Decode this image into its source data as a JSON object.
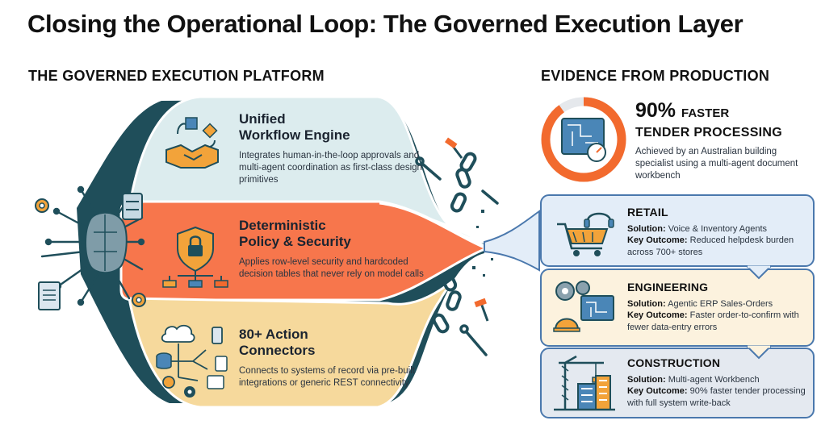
{
  "title": "Closing the Operational Loop: The Governed Execution Layer",
  "left_section_header": "THE GOVERNED EXECUTION PLATFORM",
  "right_section_header": "EVIDENCE FROM PRODUCTION",
  "pillars": [
    {
      "title_line1": "Unified",
      "title_line2": "Workflow Engine",
      "description": "Integrates human-in-the-loop approvals and multi-agent coordination as first-class design primitives",
      "color": "#dcecee",
      "icon": "handshake-workflow-icon"
    },
    {
      "title_line1": "Deterministic",
      "title_line2": "Policy & Security",
      "description": "Applies row-level security and hardcoded decision tables that never rely on model calls",
      "color": "#f7764c",
      "icon": "shield-lock-icon"
    },
    {
      "title_line1": "80+ Action",
      "title_line2": "Connectors",
      "description": "Connects to systems of record via pre-built integrations or generic REST connectivity",
      "color": "#f6d99c",
      "icon": "connectors-icon"
    }
  ],
  "stat": {
    "value": "90%",
    "suffix": "FASTER",
    "line2": "TENDER PROCESSING",
    "description": "Achieved by an Australian building specialist using a multi-agent document workbench",
    "percent": 90,
    "ring_color": "#f26a2e"
  },
  "solution_label": "Solution:",
  "outcome_label": "Key Outcome:",
  "cases": [
    {
      "name": "RETAIL",
      "solution": "Voice & Inventory Agents",
      "outcome": "Reduced helpdesk burden across 700+ stores",
      "bg": "#e3edf8",
      "icon": "shopping-cart-headset-icon"
    },
    {
      "name": "ENGINEERING",
      "solution": "Agentic ERP Sales-Orders",
      "outcome": "Faster order-to-confirm with fewer data-entry errors",
      "bg": "#fcf2de",
      "icon": "gears-blueprint-icon"
    },
    {
      "name": "CONSTRUCTION",
      "solution": "Multi-agent Workbench",
      "outcome": "90% faster tender processing with full system write-back",
      "bg": "#e4e9f0",
      "icon": "crane-building-icon"
    }
  ],
  "colors": {
    "dark_teal": "#1f4e5a",
    "accent_orange": "#f26a2e",
    "blue_border": "#4a78ad"
  }
}
